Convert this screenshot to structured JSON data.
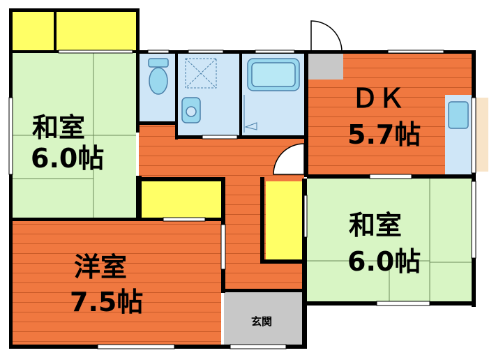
{
  "rooms": {
    "washitsu_left": {
      "name": "和室",
      "size": "6.0帖"
    },
    "dk": {
      "name": "ＤＫ",
      "size": "5.7帖"
    },
    "washitsu_right": {
      "name": "和室",
      "size": "6.0帖"
    },
    "youshitsu": {
      "name": "洋室",
      "size": "7.5帖"
    },
    "genkan": {
      "name": "玄関"
    }
  },
  "colors": {
    "wall": "#000000",
    "tatami": "#d8f5c4",
    "tatami_line": "#6b8a5a",
    "flooring": "#f07840",
    "flooring_line": "#c85a28",
    "storage": "#ffff66",
    "wet_area": "#cfe6f7",
    "wet_line": "#4a7fa8",
    "genkan": "#c8c8c8",
    "balcony": "#f8e4c8"
  }
}
